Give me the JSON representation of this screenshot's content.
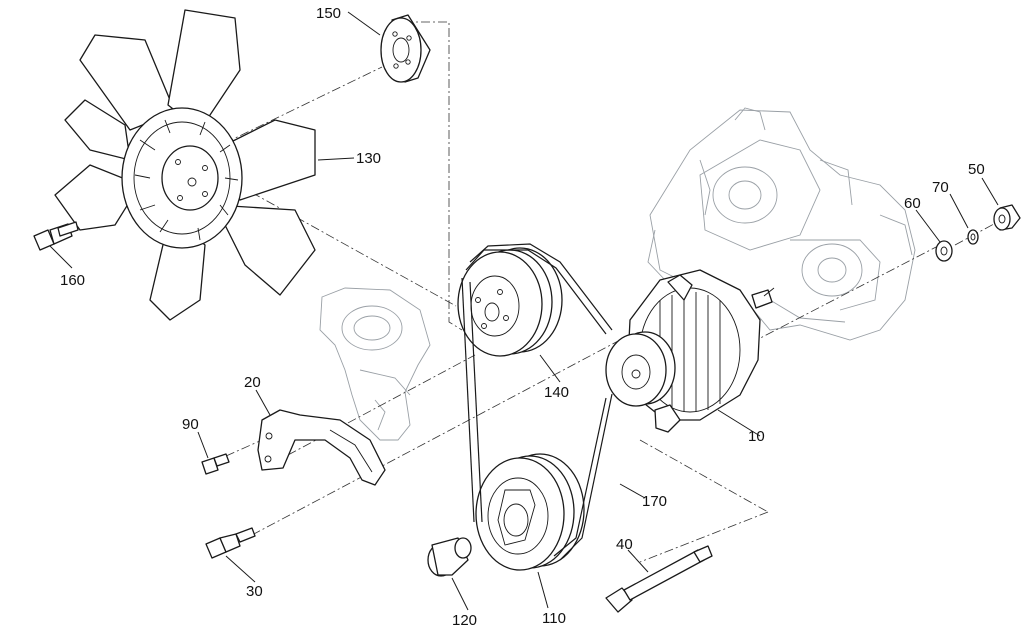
{
  "diagram": {
    "parts": [
      {
        "id": "fan",
        "number": "130"
      },
      {
        "id": "spacer",
        "number": "150"
      },
      {
        "id": "fan-bolt",
        "number": "160"
      },
      {
        "id": "water-pump-pulley",
        "number": "140"
      },
      {
        "id": "alternator",
        "number": "10"
      },
      {
        "id": "v-belt",
        "number": "170"
      },
      {
        "id": "crankshaft-pulley",
        "number": "110"
      },
      {
        "id": "pulley-bolt",
        "number": "120"
      },
      {
        "id": "long-bolt",
        "number": "40"
      },
      {
        "id": "adjust-bracket",
        "number": "20"
      },
      {
        "id": "bracket-bolt",
        "number": "90"
      },
      {
        "id": "mount-bolt",
        "number": "30"
      },
      {
        "id": "washer",
        "number": "60"
      },
      {
        "id": "spring-washer",
        "number": "70"
      },
      {
        "id": "nut",
        "number": "50"
      }
    ]
  }
}
